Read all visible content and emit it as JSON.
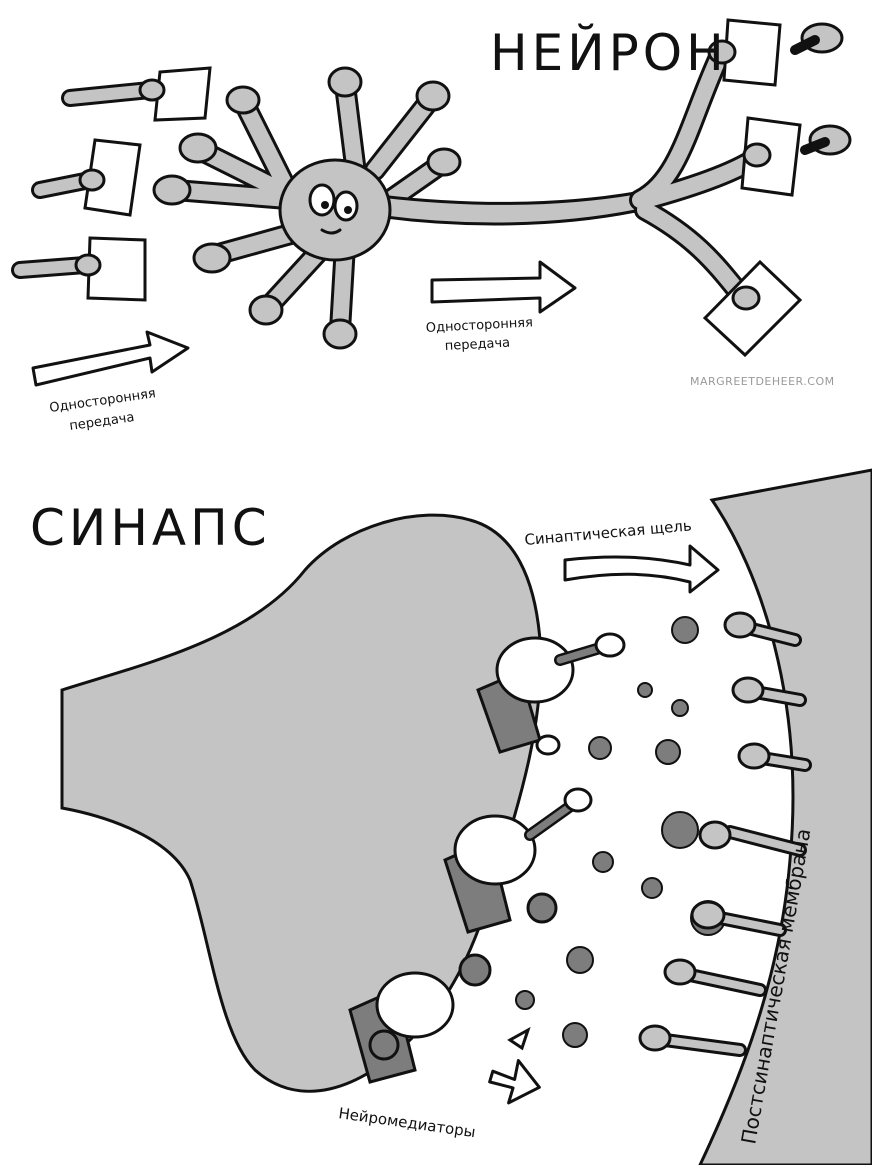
{
  "neuron": {
    "title": "НЕЙРОН",
    "transfer_label_1_line1": "Односторонняя",
    "transfer_label_1_line2": "передача",
    "transfer_label_2_line1": "Односторонняя",
    "transfer_label_2_line2": "передача",
    "watermark": "MARGREETDEHEER.COM"
  },
  "synapse": {
    "title": "СИНАПС",
    "cleft_label": "Синаптическая щель",
    "membrane_label": "Постсинаптическая мембрана",
    "neurotransmitters_label": "Нейромедиаторы"
  },
  "colors": {
    "fill_gray": "#c4c4c4",
    "dark_gray": "#7d7d7d",
    "ink": "#111111",
    "paper": "#ffffff"
  }
}
